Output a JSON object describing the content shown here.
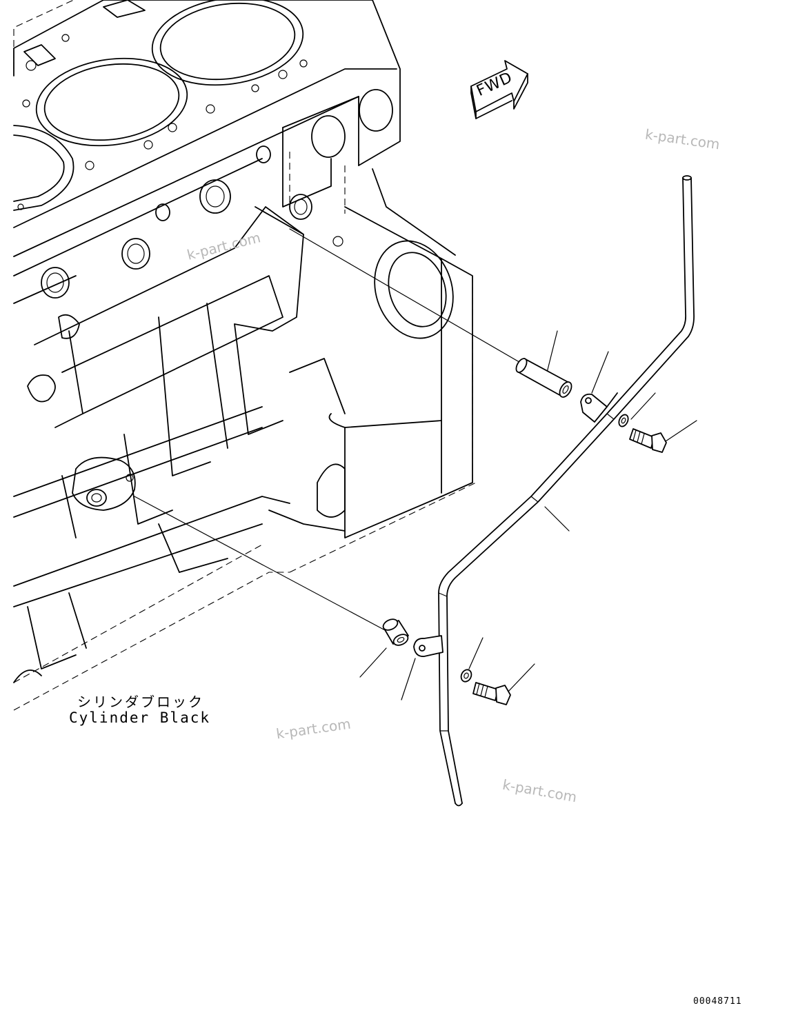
{
  "diagram": {
    "fwd_label": "FWD",
    "part_label_jp": "シリンダブロック",
    "part_label_en": "Cylinder Black",
    "watermarks": [
      "k-part.com",
      "k-part.com",
      "k-part.com",
      "k-part.com"
    ],
    "drawing_number": "00048711"
  }
}
